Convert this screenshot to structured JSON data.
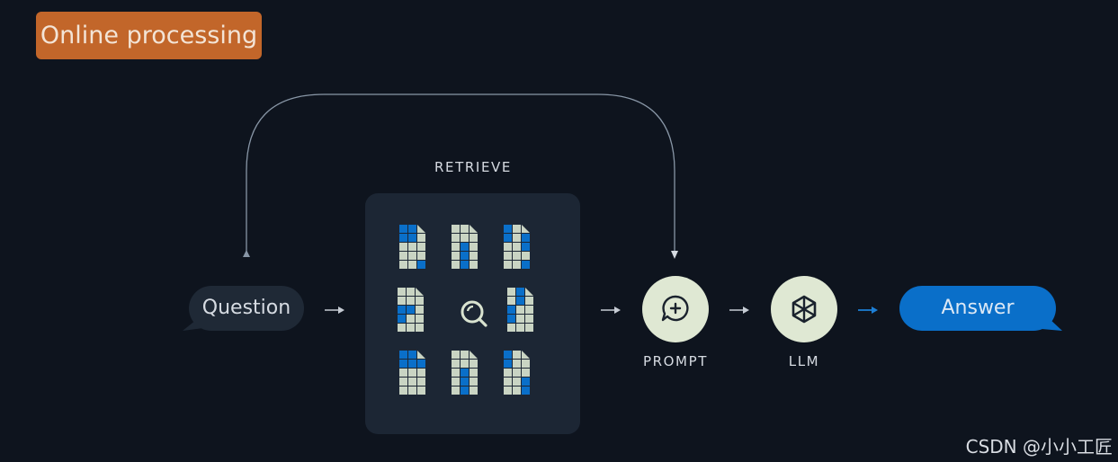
{
  "header": {
    "badge_label": "Online processing"
  },
  "retrieve": {
    "label": "RETRIEVE"
  },
  "question": {
    "label": "Question"
  },
  "prompt": {
    "label": "PROMPT"
  },
  "llm": {
    "label": "LLM"
  },
  "answer": {
    "label": "Answer"
  },
  "watermark": {
    "text": "CSDN @小小工匠"
  },
  "colors": {
    "background": "#0e141e",
    "badge": "#c2662a",
    "panel": "#1c2634",
    "node": "#dfe8d3",
    "accent_blue": "#0a6fc9"
  },
  "icons": {
    "prompt": "chat-plus-icon",
    "llm": "hexagon-cube-icon",
    "retrieve": "magnifier-icon",
    "documents": "document-grid-icon"
  }
}
